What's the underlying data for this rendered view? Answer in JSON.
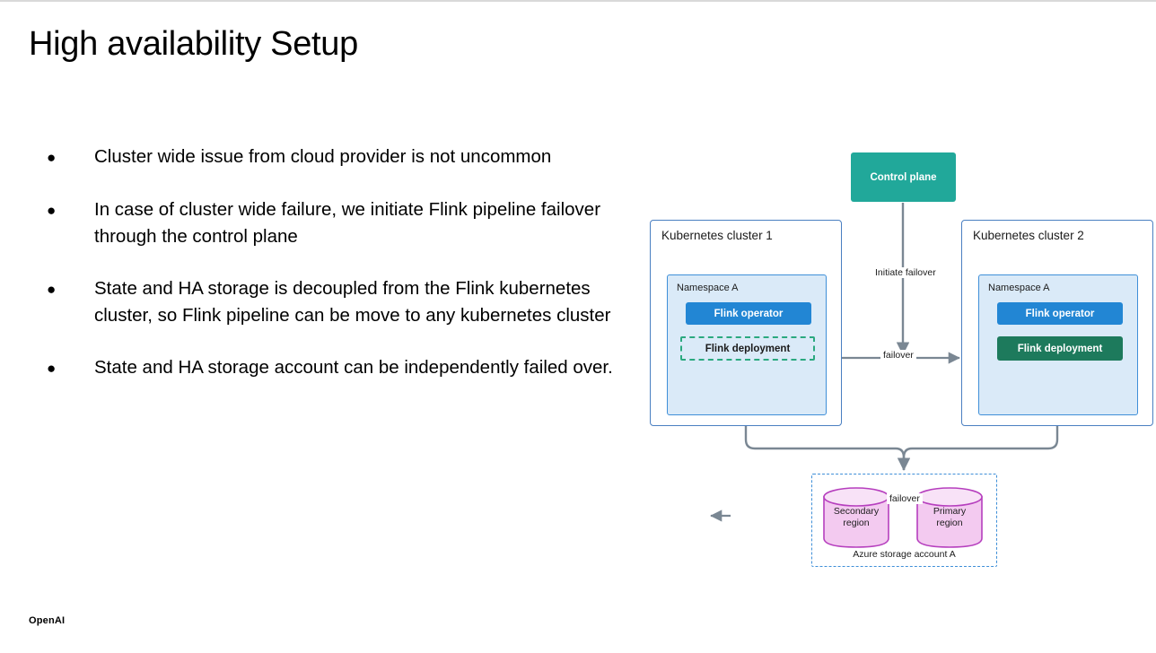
{
  "slide": {
    "title": "High availability Setup",
    "brand": "OpenAI"
  },
  "bullets": [
    {
      "marker": "●",
      "text": "Cluster wide issue from cloud provider is not uncommon"
    },
    {
      "marker": "●",
      "text": "In case of cluster wide failure, we initiate Flink pipeline failover through the control plane"
    },
    {
      "marker": "●",
      "text": "State and HA storage is decoupled from the Flink kubernetes cluster, so Flink pipeline can be move to any kubernetes cluster"
    },
    {
      "marker": "●",
      "text": "State and HA storage account can be independently failed over."
    }
  ],
  "diagram": {
    "control_plane": {
      "label": "Control plane",
      "color": "#21a89a"
    },
    "clusters": [
      {
        "title": "Kubernetes cluster 1",
        "namespace": "Namespace A",
        "operator": {
          "label": "Flink operator",
          "color": "#2286d4"
        },
        "deployment": {
          "label": "Flink deployment",
          "state": "inactive",
          "color": "#2aa97f"
        }
      },
      {
        "title": "Kubernetes cluster 2",
        "namespace": "Namespace A",
        "operator": {
          "label": "Flink operator",
          "color": "#2286d4"
        },
        "deployment": {
          "label": "Flink deployment",
          "state": "active",
          "color": "#1d7a5c"
        }
      }
    ],
    "edges": {
      "initiate_failover": "Initiate failover",
      "failover_clusters": "failover",
      "failover_storage": "failover"
    },
    "storage": {
      "caption": "Azure storage account A",
      "regions": [
        {
          "line1": "Secondary",
          "line2": "region"
        },
        {
          "line1": "Primary",
          "line2": "region"
        }
      ],
      "cylinder_fill": "#f3caf0",
      "cylinder_stroke": "#b63fbe"
    }
  }
}
